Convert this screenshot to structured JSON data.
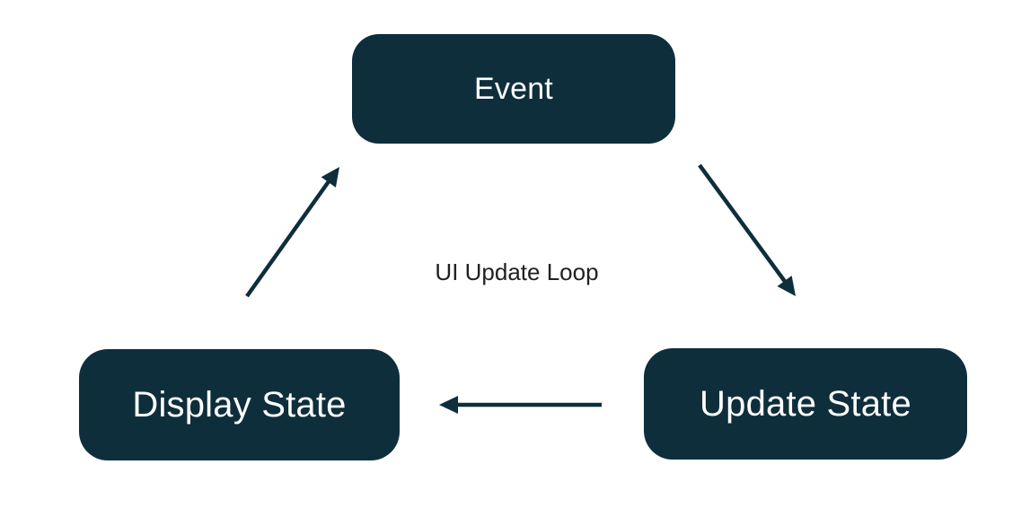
{
  "diagram": {
    "center_label": "UI Update Loop",
    "nodes": [
      {
        "id": "event",
        "label": "Event"
      },
      {
        "id": "display-state",
        "label": "Display State"
      },
      {
        "id": "update-state",
        "label": "Update State"
      }
    ],
    "edges": [
      {
        "from": "display-state",
        "to": "event",
        "direction": "up-right"
      },
      {
        "from": "event",
        "to": "update-state",
        "direction": "down-right"
      },
      {
        "from": "update-state",
        "to": "display-state",
        "direction": "left"
      }
    ],
    "colors": {
      "node_fill": "#0e2e3c",
      "node_text": "#ffffff",
      "arrow": "#0e2e3c",
      "label_text": "#212121",
      "background": "#ffffff"
    }
  }
}
